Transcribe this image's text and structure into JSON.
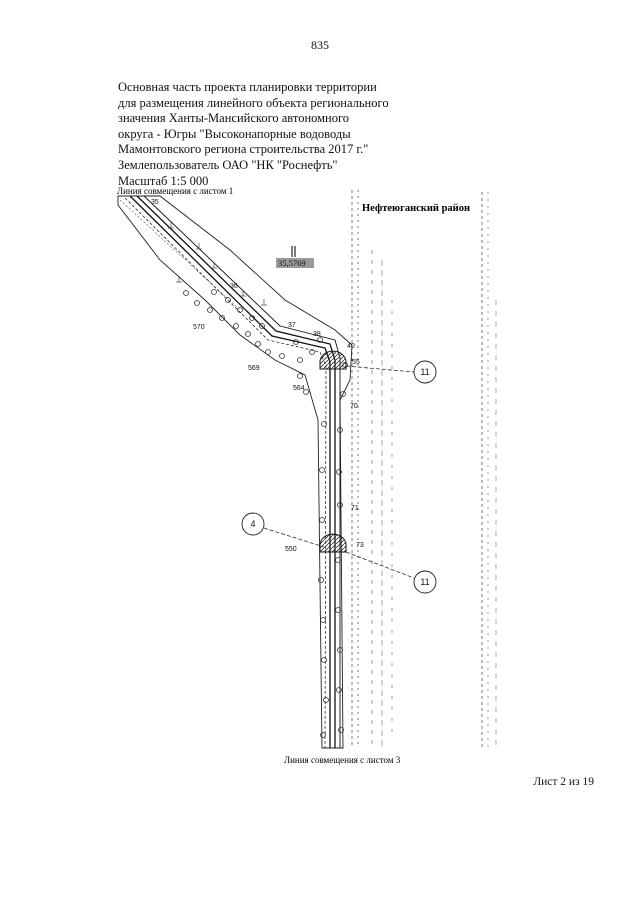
{
  "page_number": "835",
  "header_lines": [
    "Основная часть проекта планировки территории",
    "для размещения линейного объекта регионального",
    "значения Ханты-Мансийского автономного",
    "округа - Югры \"Высоконапорные водоводы",
    "Мамонтовского региона строительства 2017 г.\"",
    "Землепользователь ОАО \"НК \"Роснефть\"",
    "Масштаб 1:5 000"
  ],
  "map": {
    "top_join_label": "Линия совмещения с листом 1",
    "bottom_join_label": "Линия совмещения с листом 3",
    "district_label": "Нефтеюганский район",
    "distance_marker": "35,5769",
    "point_labels": [
      "35",
      "36",
      "37",
      "38",
      "40",
      "55",
      "70",
      "71",
      "73",
      "564",
      "569",
      "570",
      "550"
    ],
    "callouts": [
      "11",
      "4",
      "11"
    ]
  },
  "sheet_label": "Лист 2 из 19"
}
